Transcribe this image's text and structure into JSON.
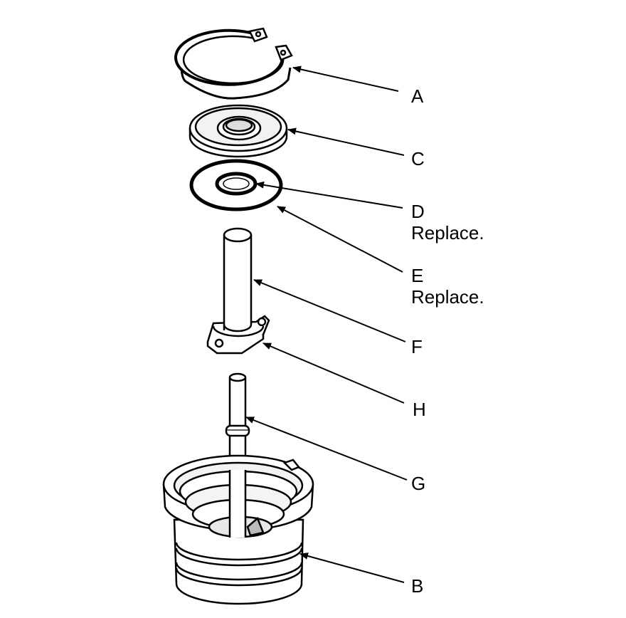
{
  "labels": {
    "a": "A",
    "c": "C",
    "d": "D",
    "d_note": "Replace.",
    "e": "E",
    "e_note": "Replace.",
    "f": "F",
    "h": "H",
    "g": "G",
    "b": "B"
  },
  "colors": {
    "line": "#000000",
    "fill": "#ffffff",
    "shade": "#e6e6e6"
  }
}
